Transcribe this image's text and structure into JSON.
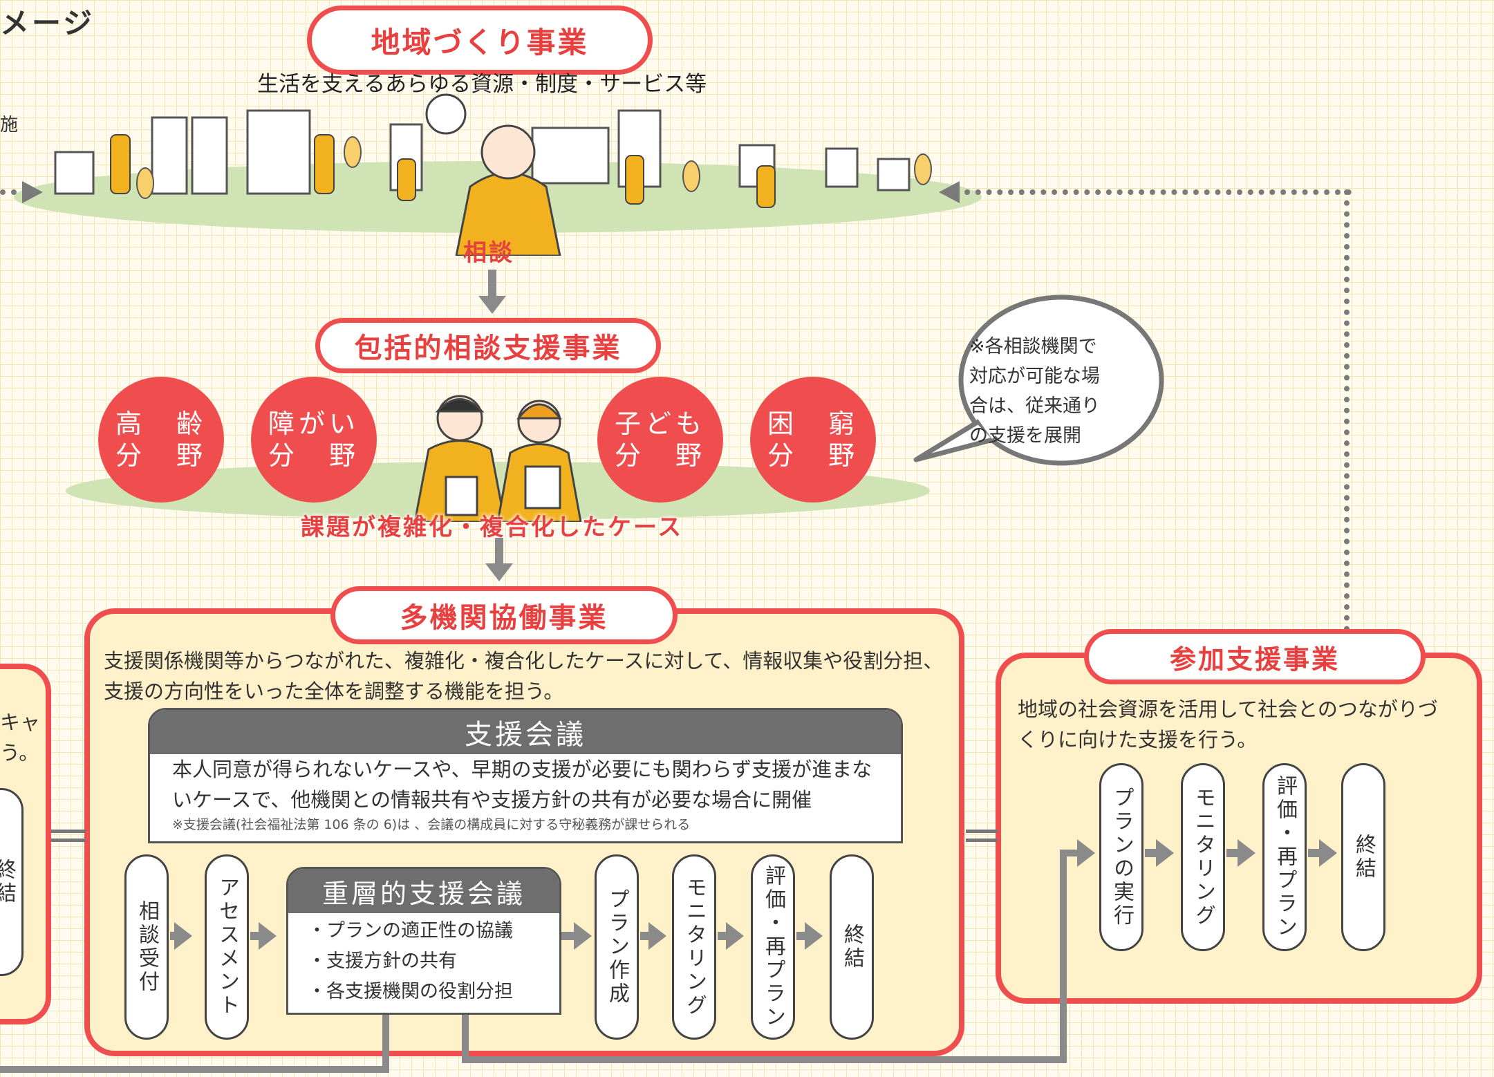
{
  "corner_title": "メージ",
  "corner_char": "施",
  "top": {
    "title": "地域づくり事業",
    "subtitle": "生活を支えるあらゆる資源・制度・サービス等",
    "consult": "相談"
  },
  "hokatsu": {
    "title": "包括的相談支援事業",
    "fields": [
      {
        "line1": "高　齢",
        "line2": "分　野"
      },
      {
        "line1": "障がい",
        "line2": "分　野"
      },
      {
        "line1": "子ども",
        "line2": "分　野"
      },
      {
        "line1": "困　窮",
        "line2": "分　野"
      }
    ],
    "case_label": "課題が複雑化・複合化したケース",
    "bubble_lines": [
      "※各相談機関で",
      "対応が可能な場",
      "合は、従来通り",
      "の支援を展開"
    ]
  },
  "takikan": {
    "title": "多機関協働事業",
    "desc_lines": [
      "支援関係機関等からつながれた、複雑化・複合化したケースに対して、情報収集や役割分担、",
      "支援の方向性をいった全体を調整する機能を担う。"
    ],
    "meeting": {
      "title": "支援会議",
      "lines": [
        "本人同意が得られないケースや、早期の支援が必要にも関わらず支援が進まな",
        "いケースで、他機関との情報共有や支援方針の共有が必要な場合に開催"
      ],
      "note": "※支援会議(社会福祉法第 106 条の 6)は 、会議の構成員に対する守秘義務が課せられる"
    },
    "steps": [
      "相談受付",
      "アセスメント",
      "プラン作成",
      "モニタリング",
      "評価・再プラン",
      "終結"
    ],
    "jusou": {
      "title": "重層的支援会議",
      "items": [
        "・プランの適正性の協議",
        "・支援方針の共有",
        "・各支援機関の役割分担"
      ]
    }
  },
  "sanka": {
    "title": "参加支援事業",
    "desc_lines": [
      "地域の社会資源を活用して社会とのつながりづ",
      "くりに向けた支援を行う。"
    ],
    "steps": [
      "プランの実行",
      "モニタリング",
      "評価・再プラン",
      "終結"
    ]
  },
  "left_panel": {
    "fragment1": "キャ",
    "fragment2": "う。",
    "step_fragment": "終結"
  },
  "colors": {
    "accent": "#f04e4e",
    "panel": "#fff1c9",
    "ground": "#cfe3b4",
    "dark_header": "#6e6e6e",
    "arrow": "#8a8a8a"
  }
}
